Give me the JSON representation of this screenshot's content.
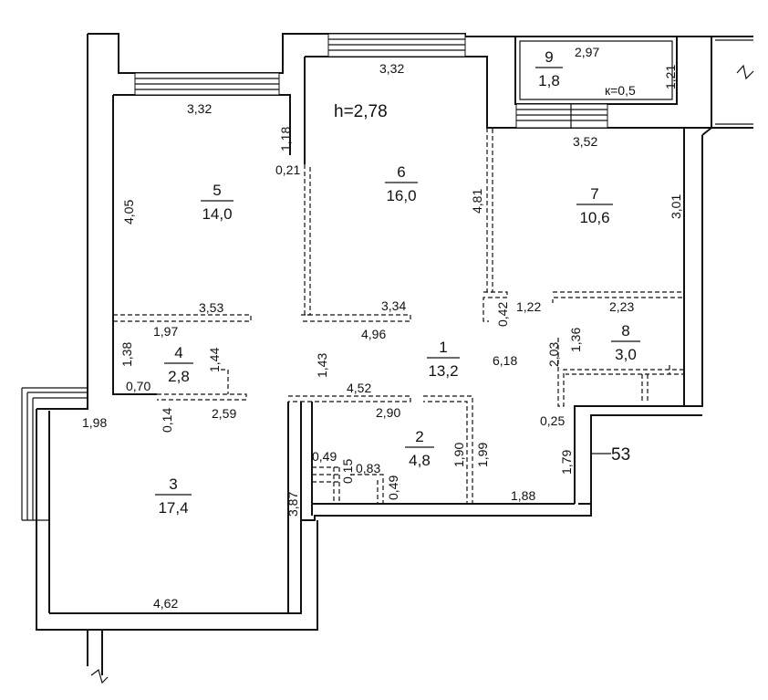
{
  "ceiling_height": "h=2,78",
  "balcony_coef": "к=0,5",
  "external_number": "53",
  "rooms": [
    {
      "number": "1",
      "area": "13,2"
    },
    {
      "number": "2",
      "area": "4,8"
    },
    {
      "number": "3",
      "area": "17,4"
    },
    {
      "number": "4",
      "area": "2,8"
    },
    {
      "number": "5",
      "area": "14,0"
    },
    {
      "number": "6",
      "area": "16,0"
    },
    {
      "number": "7",
      "area": "10,6"
    },
    {
      "number": "8",
      "area": "3,0"
    },
    {
      "number": "9",
      "area": "1,8"
    }
  ],
  "dimensions": [
    "3,32",
    "1,18",
    "0,21",
    "4,05",
    "3,32",
    "2,97",
    "1,21",
    "3,52",
    "4,81",
    "3,01",
    "3,53",
    "1,97",
    "3,34",
    "4,96",
    "0,42",
    "1,22",
    "2,23",
    "1,36",
    "2,03",
    "6,18",
    "1,38",
    "1,44",
    "1,43",
    "0,70",
    "0,14",
    "2,59",
    "4,52",
    "2,90",
    "1,98",
    "0,25",
    "1,79",
    "0,49",
    "0,15",
    "0,83",
    "0,49",
    "1,90",
    "1,99",
    "1,88",
    "3,87",
    "4,62"
  ]
}
